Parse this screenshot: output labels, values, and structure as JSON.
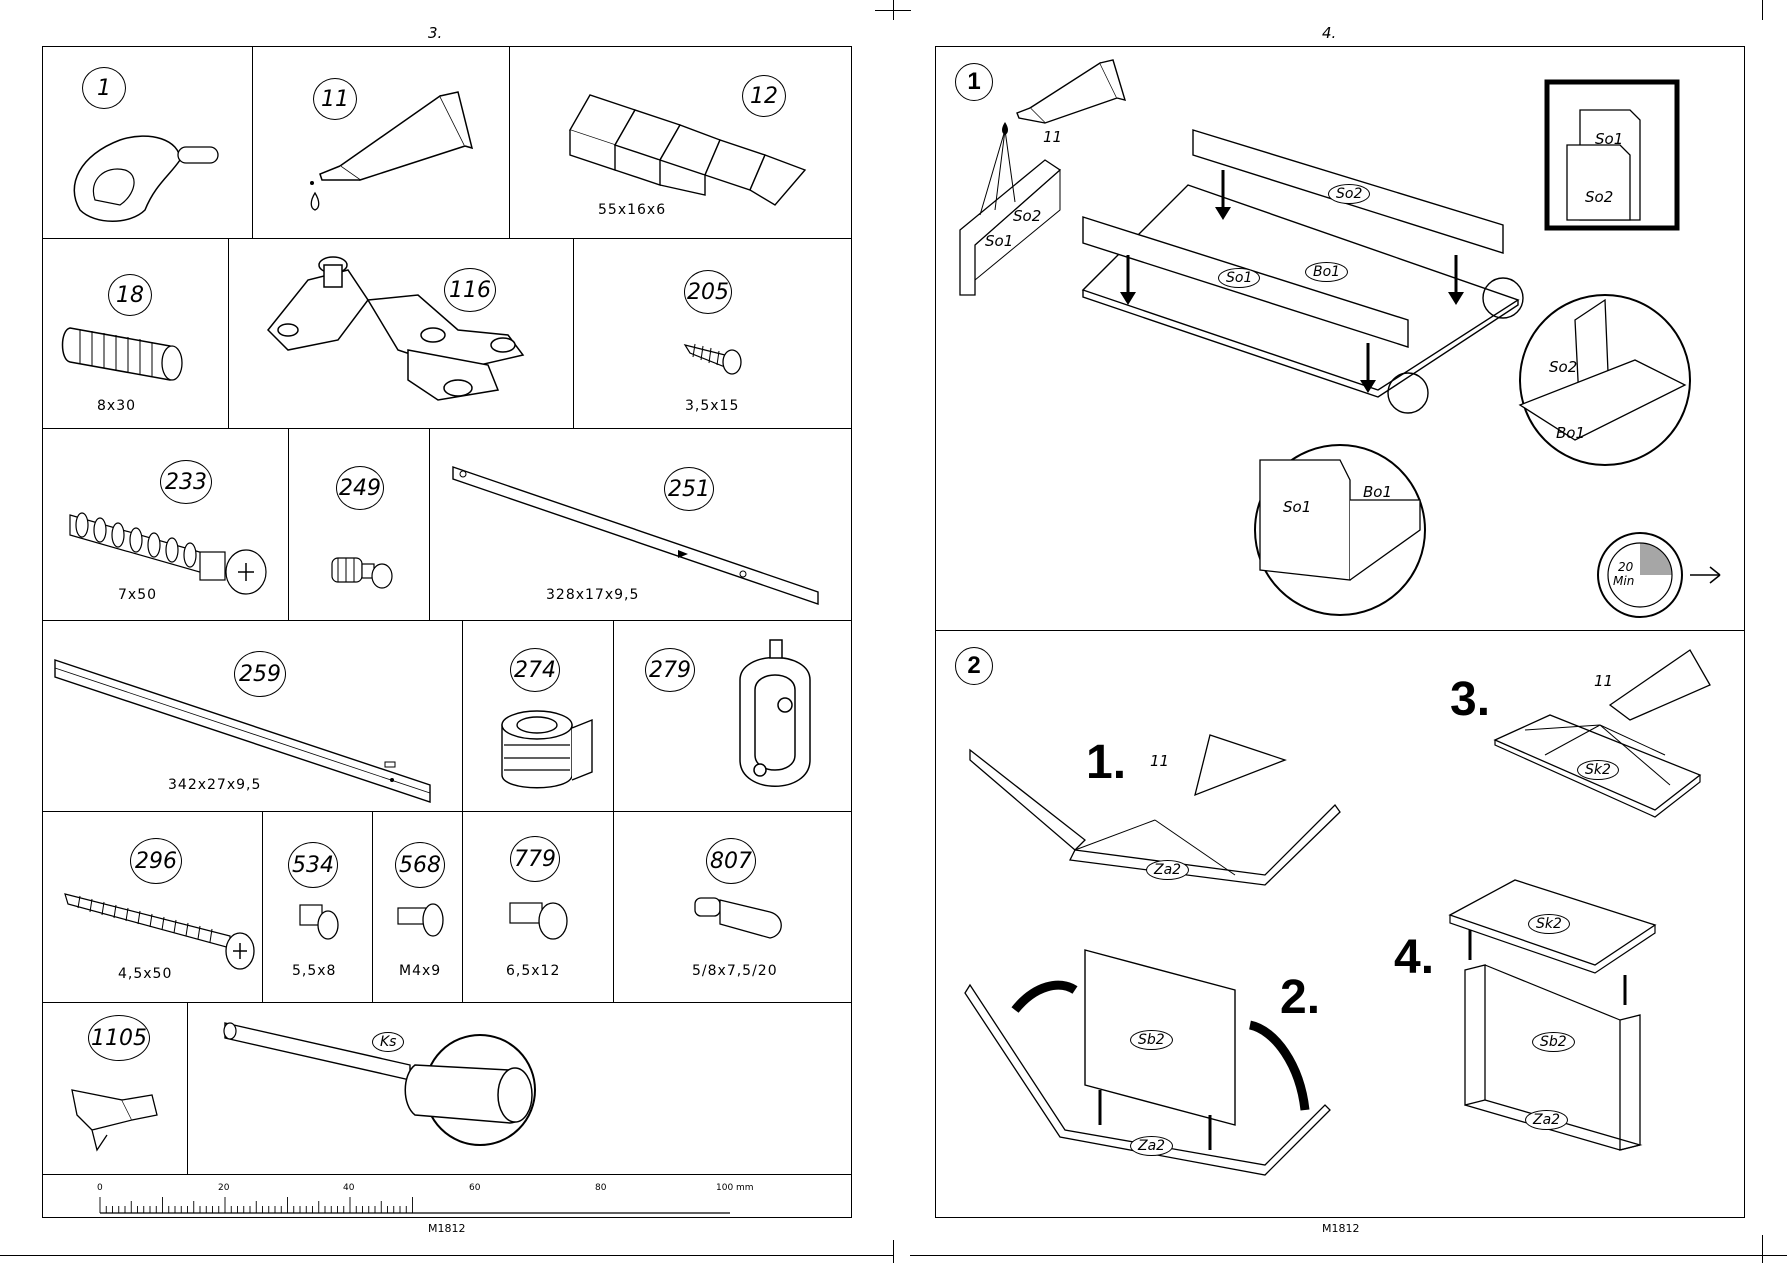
{
  "left_page": {
    "page_number": "3.",
    "parts": [
      {
        "number": "1",
        "dimension": ""
      },
      {
        "number": "11",
        "dimension": ""
      },
      {
        "number": "12",
        "dimension": "55x16x6"
      },
      {
        "number": "18",
        "dimension": "8x30"
      },
      {
        "number": "116",
        "dimension": ""
      },
      {
        "number": "205",
        "dimension": "3,5x15"
      },
      {
        "number": "233",
        "dimension": "7x50"
      },
      {
        "number": "249",
        "dimension": ""
      },
      {
        "number": "251",
        "dimension": "328x17x9,5"
      },
      {
        "number": "259",
        "dimension": "342x27x9,5"
      },
      {
        "number": "274",
        "dimension": ""
      },
      {
        "number": "279",
        "dimension": ""
      },
      {
        "number": "296",
        "dimension": "4,5x50"
      },
      {
        "number": "534",
        "dimension": "5,5x8"
      },
      {
        "number": "568",
        "dimension": "M4x9"
      },
      {
        "number": "779",
        "dimension": "6,5x12"
      },
      {
        "number": "807",
        "dimension": "5/8x7,5/20"
      },
      {
        "number": "1105",
        "dimension": ""
      }
    ],
    "tool_label": "Ks",
    "ruler": {
      "ticks": [
        "0",
        "20",
        "40",
        "60",
        "80",
        "100 mm"
      ]
    },
    "footer": "M1812"
  },
  "right_page": {
    "page_number": "4.",
    "step1": {
      "number": "1",
      "glue_label": "11",
      "side_labels": [
        "So1",
        "So2"
      ],
      "board_labels": [
        "So2",
        "So1",
        "Bo1"
      ],
      "detail_labels": [
        "So2",
        "Bo1",
        "So1",
        "Bo1"
      ],
      "inset_labels": [
        "So1",
        "So2"
      ],
      "timer": {
        "value": "20",
        "unit": "Min"
      }
    },
    "step2": {
      "number": "2",
      "substeps": [
        "1.",
        "2.",
        "3.",
        "4."
      ],
      "glue_label_a": "11",
      "glue_label_b": "11",
      "labels": {
        "za2_a": "Za2",
        "za2_b": "Za2",
        "za2_c": "Za2",
        "sb2_a": "Sb2",
        "sb2_b": "Sb2",
        "sk2_a": "Sk2",
        "sk2_b": "Sk2"
      }
    },
    "footer": "M1812"
  },
  "colors": {
    "ink": "#000000",
    "paper": "#ffffff"
  }
}
